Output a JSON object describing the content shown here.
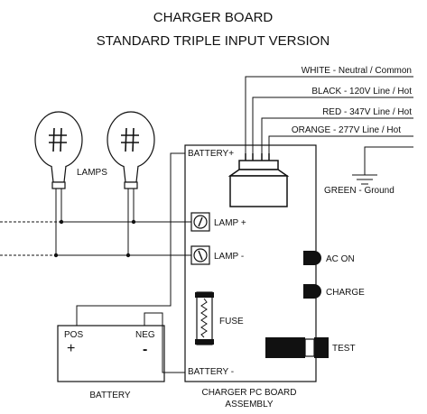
{
  "title": {
    "line1": "CHARGER BOARD",
    "line2": "STANDARD TRIPLE INPUT VERSION"
  },
  "wires": {
    "white": "WHITE - Neutral / Common",
    "black": "BLACK - 120V Line / Hot",
    "red": "RED - 347V Line / Hot",
    "orange": "ORANGE - 277V Line / Hot",
    "green": "GREEN - Ground"
  },
  "labels": {
    "lamps": "LAMPS",
    "battery_plus": "BATTERY+",
    "battery_minus": "BATTERY -",
    "lamp_plus": "LAMP +",
    "lamp_minus": "LAMP -",
    "fuse": "FUSE",
    "ac_on": "AC ON",
    "charge": "CHARGE",
    "test": "TEST",
    "pos": "POS",
    "pos_sign": "+",
    "neg": "NEG",
    "neg_sign": "-",
    "battery": "BATTERY",
    "board_line1": "CHARGER PC BOARD",
    "board_line2": "ASSEMBLY"
  }
}
